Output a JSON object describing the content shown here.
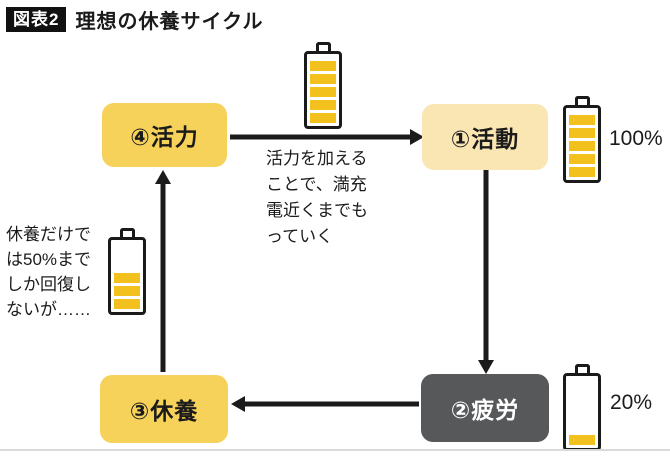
{
  "header": {
    "badge": "図表2",
    "title": "理想の休養サイクル"
  },
  "nodes": {
    "activity": {
      "label": "①活動",
      "color": "#FAE6B2"
    },
    "fatigue": {
      "label": "②疲労",
      "color": "#57585A"
    },
    "rest": {
      "label": "③休養",
      "color": "#F7D25B"
    },
    "vitality": {
      "label": "④活力",
      "color": "#F7D25B"
    }
  },
  "batteries": {
    "charge": {
      "bars": 5
    },
    "activity": {
      "bars": 5,
      "label": "100%"
    },
    "rest": {
      "bars": 3
    },
    "fatigue": {
      "bars": 1,
      "label": "20%"
    }
  },
  "annotations": {
    "charge": "活力を加える\nことで、満充\n電近くまでも\nっていく",
    "rest": "休養だけで\nは50%まで\nしか回復し\nないが……"
  },
  "colors": {
    "node_yellow": "#F7D25B",
    "node_pale_yellow": "#FAE6B2",
    "node_gray": "#57585A",
    "battery_fill": "#F2C11E",
    "arrow": "#1b1b1b",
    "badge_bg": "#111111"
  }
}
